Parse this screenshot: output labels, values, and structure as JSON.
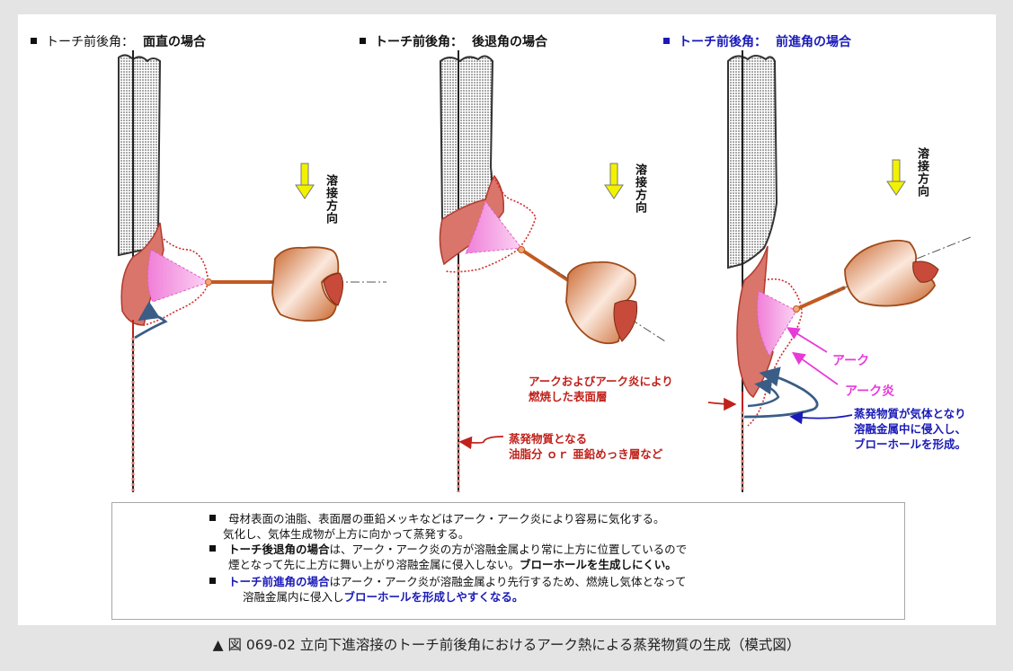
{
  "headers": [
    {
      "label": "トーチ前後角：",
      "value": "面直の場合"
    },
    {
      "label": "トーチ前後角：",
      "value": "後退角の場合"
    },
    {
      "label": "トーチ前後角：",
      "value": "前進角の場合"
    }
  ],
  "direction_label": "溶接方向",
  "annotations": {
    "burnt_layer_line1": "アークおよびアーク炎により",
    "burnt_layer_line2": "燃焼した表面層",
    "vapor_source_line1": "蒸発物質となる",
    "vapor_source_line2": "油脂分 ｏｒ 亜鉛めっき層など",
    "arc": "アーク",
    "arc_flame": "アーク炎",
    "gas_line1": "蒸発物質が気体となり",
    "gas_line2": "溶融金属中に侵入し、",
    "gas_line3": "ブローホールを形成。"
  },
  "notes": {
    "n1_line1": "母材表面の油脂、表面層の亜鉛メッキなどはアーク・アーク炎により容易に気化する。",
    "n1_line2": "気化し、気体生成物が上方に向かって蒸発する。",
    "n2_bold": "トーチ後退角の場合",
    "n2_rest": "は、アーク・アーク炎の方が溶融金属より常に上方に位置しているので",
    "n2_line2_a": "煙となって先に上方に舞い上がり溶融金属に侵入しない。",
    "n2_line2_b": "ブローホールを生成しにくい。",
    "n3_bold": "トーチ前進角の場合",
    "n3_rest": "はアーク・アーク炎が溶融金属より先行するため、燃焼し気体となって",
    "n3_line2_a": "溶融金属内に侵入し",
    "n3_line2_b": "ブローホールを形成しやすくなる。"
  },
  "caption": "▲ 図 069-02 立向下進溶接のトーチ前後角におけるアーク熱による蒸発物質の生成（模式図）",
  "colors": {
    "background": "#e4e4e4",
    "panel": "#ffffff",
    "weld_bead": "#d9756a",
    "arc": "#f4a3e6",
    "flame_outline": "#d42a2a",
    "torch": "#c86a28",
    "direction_arrow": "#f2f200",
    "vapor_arrow": "#3a5d86",
    "blue_text": "#1a1ab8",
    "red_text": "#c0211b",
    "magenta_text": "#e83ad9"
  }
}
